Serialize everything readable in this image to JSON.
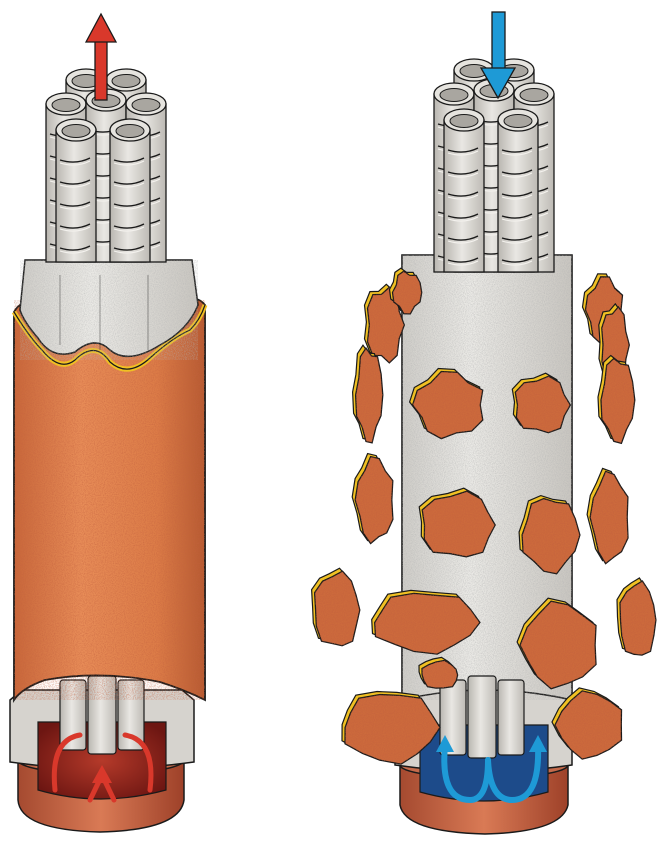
{
  "figure": {
    "panels": [
      {
        "id": "left",
        "state": "intact",
        "arrow_direction": "up",
        "arrow_color": "#d9382b",
        "tube_count": 7,
        "shell_color": "#d97a45"
      },
      {
        "id": "right",
        "state": "fragmented",
        "arrow_direction": "down",
        "arrow_color": "#1e9ad6",
        "tube_count": 7,
        "shell_color": "#d97a45"
      }
    ],
    "colors": {
      "tube": "#d7d5d0",
      "tube_inner": "#a9a6a0",
      "insulation": "#e2e0db",
      "rim": "#f0c023",
      "chamber": "#8a1e18",
      "outline": "#1a1a1a"
    }
  }
}
